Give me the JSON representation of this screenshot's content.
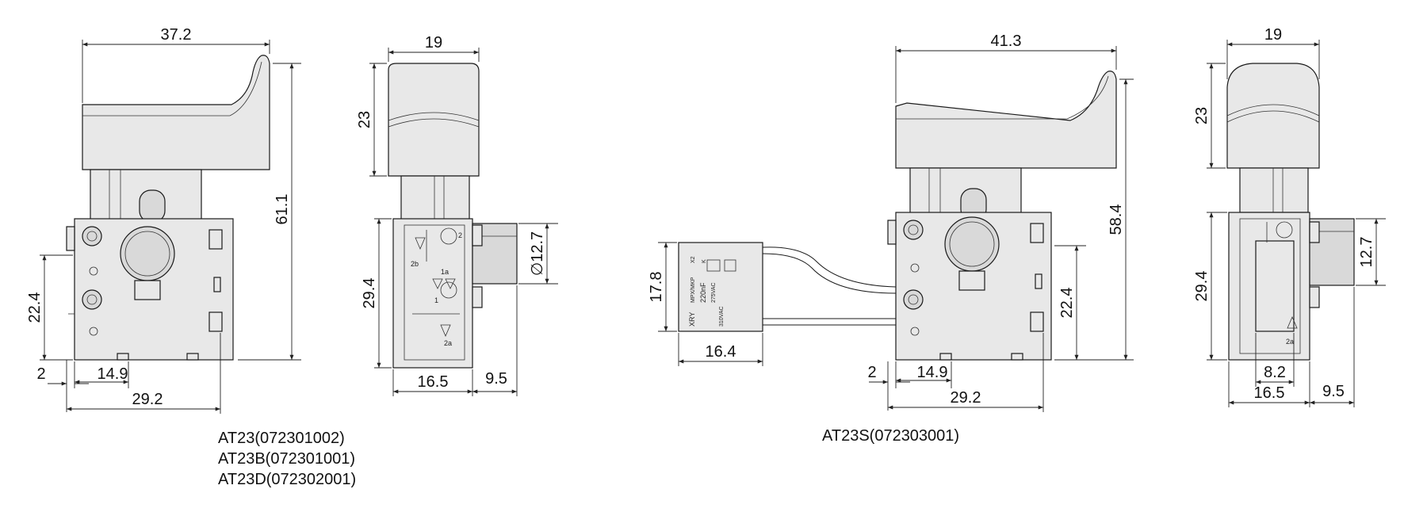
{
  "views": {
    "at23_front": {
      "width": "37.2",
      "height": "61.1",
      "left_height": "22.4",
      "offset": "2",
      "inner_width": "14.9",
      "base_width": "29.2"
    },
    "at23_side": {
      "width": "19",
      "trigger_height": "23",
      "body_height": "29.4",
      "diameter": "∅12.7",
      "base_width": "16.5",
      "rear_width": "9.5",
      "terminal_labels": [
        "2",
        "2b",
        "1a",
        "1",
        "2a"
      ]
    },
    "at23s_front": {
      "width": "41.3",
      "height": "58.4",
      "right_height": "22.4",
      "offset": "2",
      "inner_width": "14.9",
      "base_width": "29.2",
      "capacitor_height": "17.8",
      "capacitor_width": "16.4",
      "capacitor_text": [
        "XRY",
        "MPX/MKP",
        "X2",
        "K",
        "220nF",
        "275VAC",
        "310VAC"
      ]
    },
    "at23s_side": {
      "width": "19",
      "trigger_height": "23",
      "body_height": "29.4",
      "right_height": "12.7",
      "inner_width": "8.2",
      "base_width": "16.5",
      "rear_width": "9.5",
      "terminal_label": "2a"
    }
  },
  "captions": {
    "left": [
      "AT23(072301002)",
      "AT23B(072301001)",
      "AT23D(072302001)"
    ],
    "right": "AT23S(072303001)"
  },
  "colors": {
    "part_fill": "#e8e8e8",
    "outline": "#1a1a1a",
    "background": "#ffffff"
  }
}
